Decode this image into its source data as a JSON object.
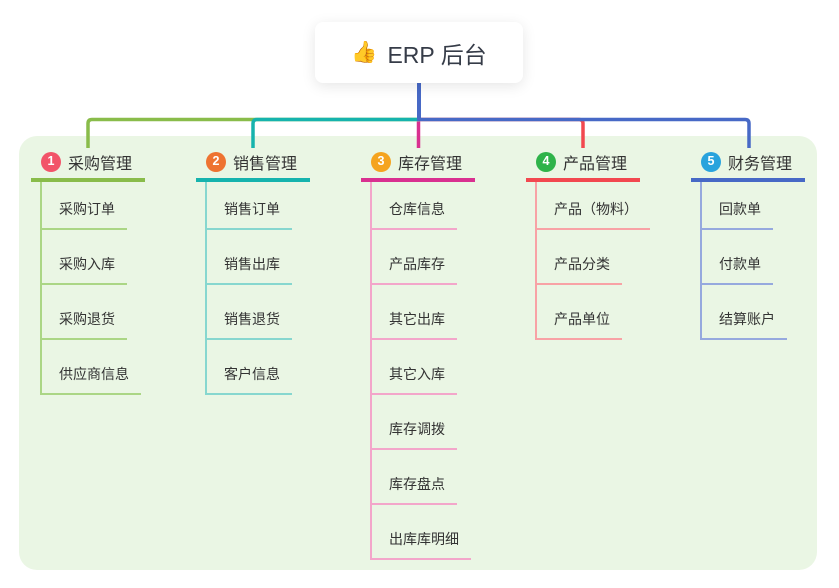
{
  "root": {
    "icon": "thumbs-up-icon",
    "emoji": "👍",
    "title": "ERP 后台"
  },
  "colors": {
    "panel_bg": "#eaf6e4",
    "card_bg": "#ffffff",
    "title_color": "#363c48",
    "text_color": "#333333",
    "trunk": "#4769c6"
  },
  "branches": [
    {
      "num": "1",
      "label": "采购管理",
      "color": "#89bc4a",
      "light_color": "#abd685",
      "badge_color": "#f25469",
      "children": [
        "采购订单",
        "采购入库",
        "采购退货",
        "供应商信息"
      ]
    },
    {
      "num": "2",
      "label": "销售管理",
      "color": "#16b3ad",
      "light_color": "#87d7cf",
      "badge_color": "#ee7331",
      "children": [
        "销售订单",
        "销售出库",
        "销售退货",
        "客户信息"
      ]
    },
    {
      "num": "3",
      "label": "库存管理",
      "color": "#d93090",
      "light_color": "#f3a6ca",
      "badge_color": "#f5a41f",
      "children": [
        "仓库信息",
        "产品库存",
        "其它出库",
        "其它入库",
        "库存调拨",
        "库存盘点",
        "出库库明细"
      ]
    },
    {
      "num": "4",
      "label": "产品管理",
      "color": "#f2484f",
      "light_color": "#f8a2a5",
      "badge_color": "#2fb34a",
      "children": [
        "产品（物料）",
        "产品分类",
        "产品单位"
      ]
    },
    {
      "num": "5",
      "label": "财务管理",
      "color": "#4769c6",
      "light_color": "#96a9de",
      "badge_color": "#29a3dd",
      "children": [
        "回款单",
        "付款单",
        "结算账户"
      ]
    }
  ]
}
